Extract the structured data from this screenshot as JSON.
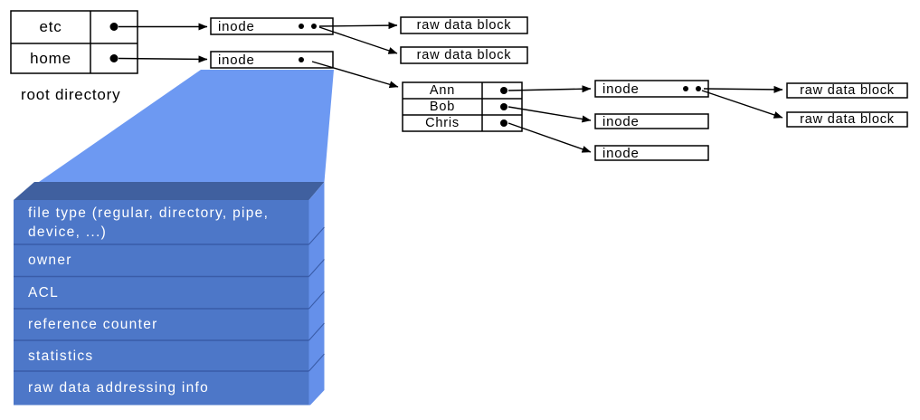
{
  "root_directory": {
    "caption": "root directory",
    "entries": [
      "etc",
      "home"
    ]
  },
  "home_directory": {
    "entries": [
      "Ann",
      "Bob",
      "Chris"
    ]
  },
  "labels": {
    "inode": "inode",
    "raw_data_block": "raw data block"
  },
  "inode_structure": {
    "fields": [
      "file type (regular, directory, pipe, device, ...)",
      "owner",
      "ACL",
      "reference counter",
      "statistics",
      "raw data addressing info"
    ]
  },
  "colors": {
    "funnel": "#6d99f2",
    "stack_top_face": "#40609f",
    "stack_front_face": "#4d77c8",
    "stack_side_face": "#6590ea",
    "stack_divider": "#3a5ca8",
    "stack_text": "#ffffff",
    "box_fill": "#ffffff",
    "line": "#000000"
  }
}
